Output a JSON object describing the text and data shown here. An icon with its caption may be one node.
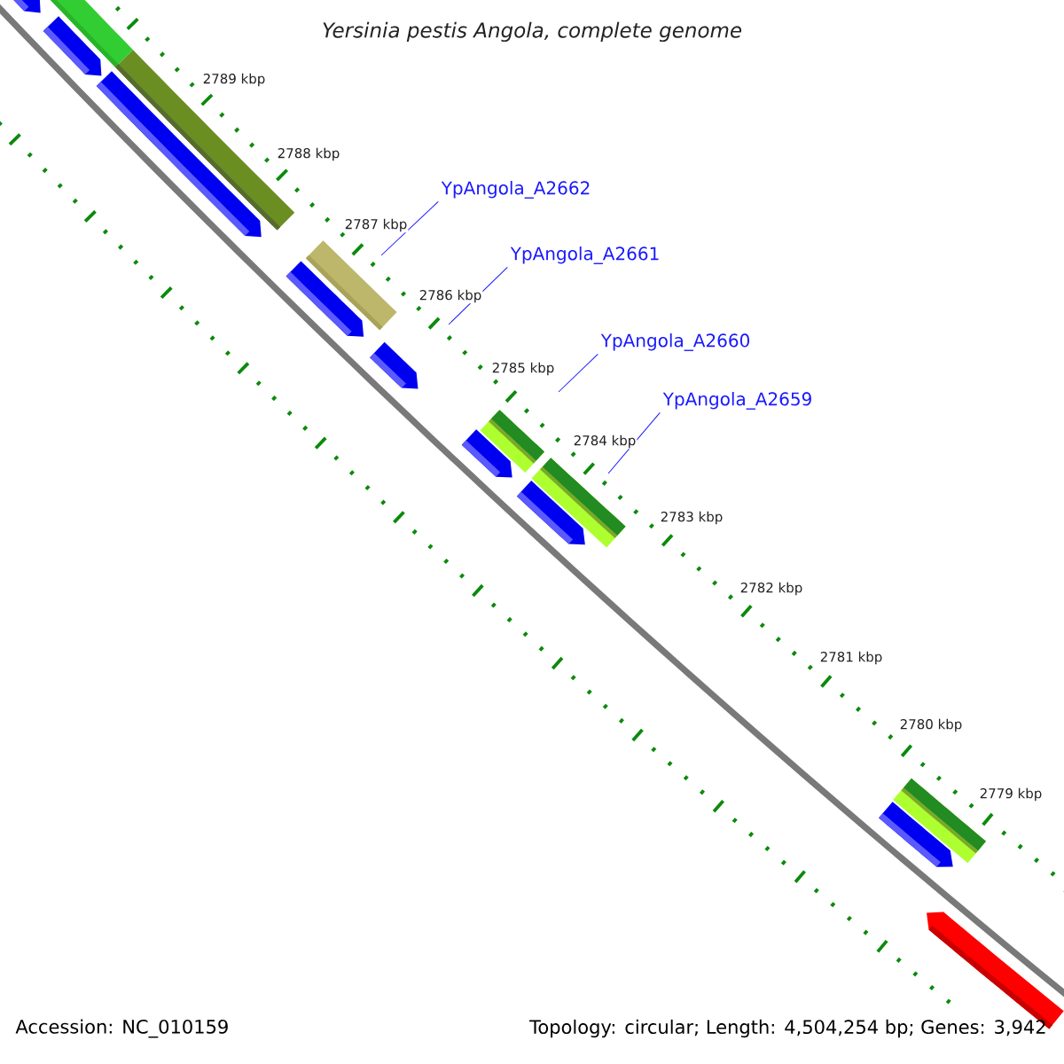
{
  "diagram": {
    "title": "Yersinia pestis Angola, complete genome",
    "nodes": [
      {
        "text": [
          "YpAngola_A2662"
        ]
      },
      {
        "text": [
          "YpAngola_A2661"
        ]
      },
      {
        "text": [
          "YpAngola_A2660"
        ]
      },
      {
        "text": [
          "YpAngola_A2659"
        ]
      }
    ],
    "edges": [
      {
        "from": 0,
        "to": null,
        "arrow": "none"
      },
      {
        "from": 1,
        "to": null,
        "arrow": "none"
      },
      {
        "from": 2,
        "to": null,
        "arrow": "none"
      },
      {
        "from": 3,
        "to": null,
        "arrow": "none"
      }
    ],
    "labels": [
      "2789 kbp",
      "2788 kbp",
      "2787 kbp",
      "2786 kbp",
      "2785 kbp",
      "2784 kbp",
      "2783 kbp",
      "2782 kbp",
      "2781 kbp",
      "2780 kbp",
      "2779 kbp",
      "Accession: NC_010159",
      "Topology: circular; Length: 4,504,254 bp; Genes: 3,942"
    ]
  }
}
